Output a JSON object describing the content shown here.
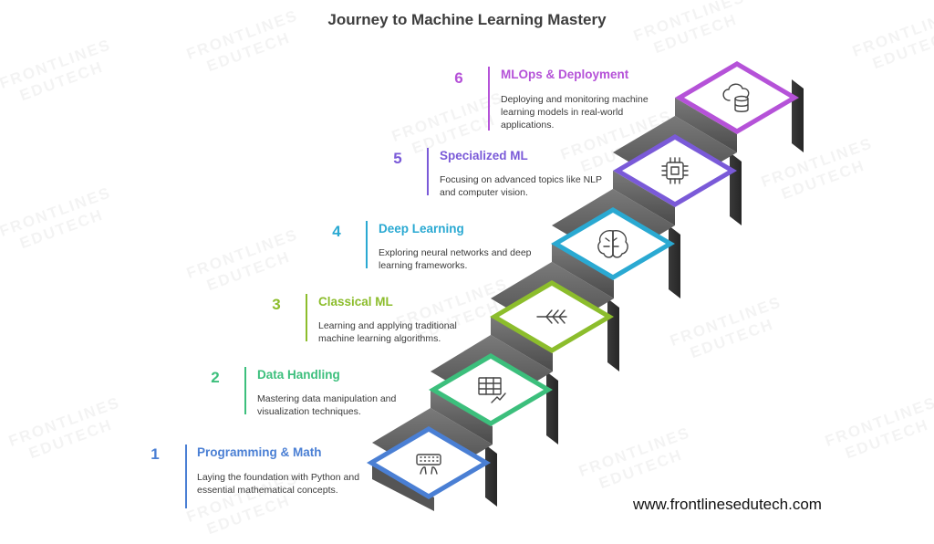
{
  "title": "Journey to Machine Learning Mastery",
  "watermark": "FRONTLINES\nEDUTECH",
  "website": "www.frontlinesedutech.com",
  "steps": [
    {
      "number": "1",
      "title": "Programming & Math",
      "description": "Laying the foundation with Python and essential mathematical concepts.",
      "color": "#4a7fd4",
      "icon": "keyboard-icon"
    },
    {
      "number": "2",
      "title": "Data Handling",
      "description": "Mastering data manipulation and visualization techniques.",
      "color": "#3cbf7c",
      "icon": "table-chart-icon"
    },
    {
      "number": "3",
      "title": "Classical ML",
      "description": "Learning and applying traditional machine learning algorithms.",
      "color": "#8cbd2c",
      "icon": "decision-tree-icon"
    },
    {
      "number": "4",
      "title": "Deep Learning",
      "description": "Exploring neural networks and deep learning frameworks.",
      "color": "#2aa9d2",
      "icon": "brain-icon"
    },
    {
      "number": "5",
      "title": "Specialized ML",
      "description": "Focusing on advanced topics like NLP and computer vision.",
      "color": "#7a5ad8",
      "icon": "chip-icon"
    },
    {
      "number": "6",
      "title": "MLOps & Deployment",
      "description": "Deploying and monitoring machine learning models in real-world applications.",
      "color": "#b552d8",
      "icon": "cloud-database-icon"
    }
  ]
}
